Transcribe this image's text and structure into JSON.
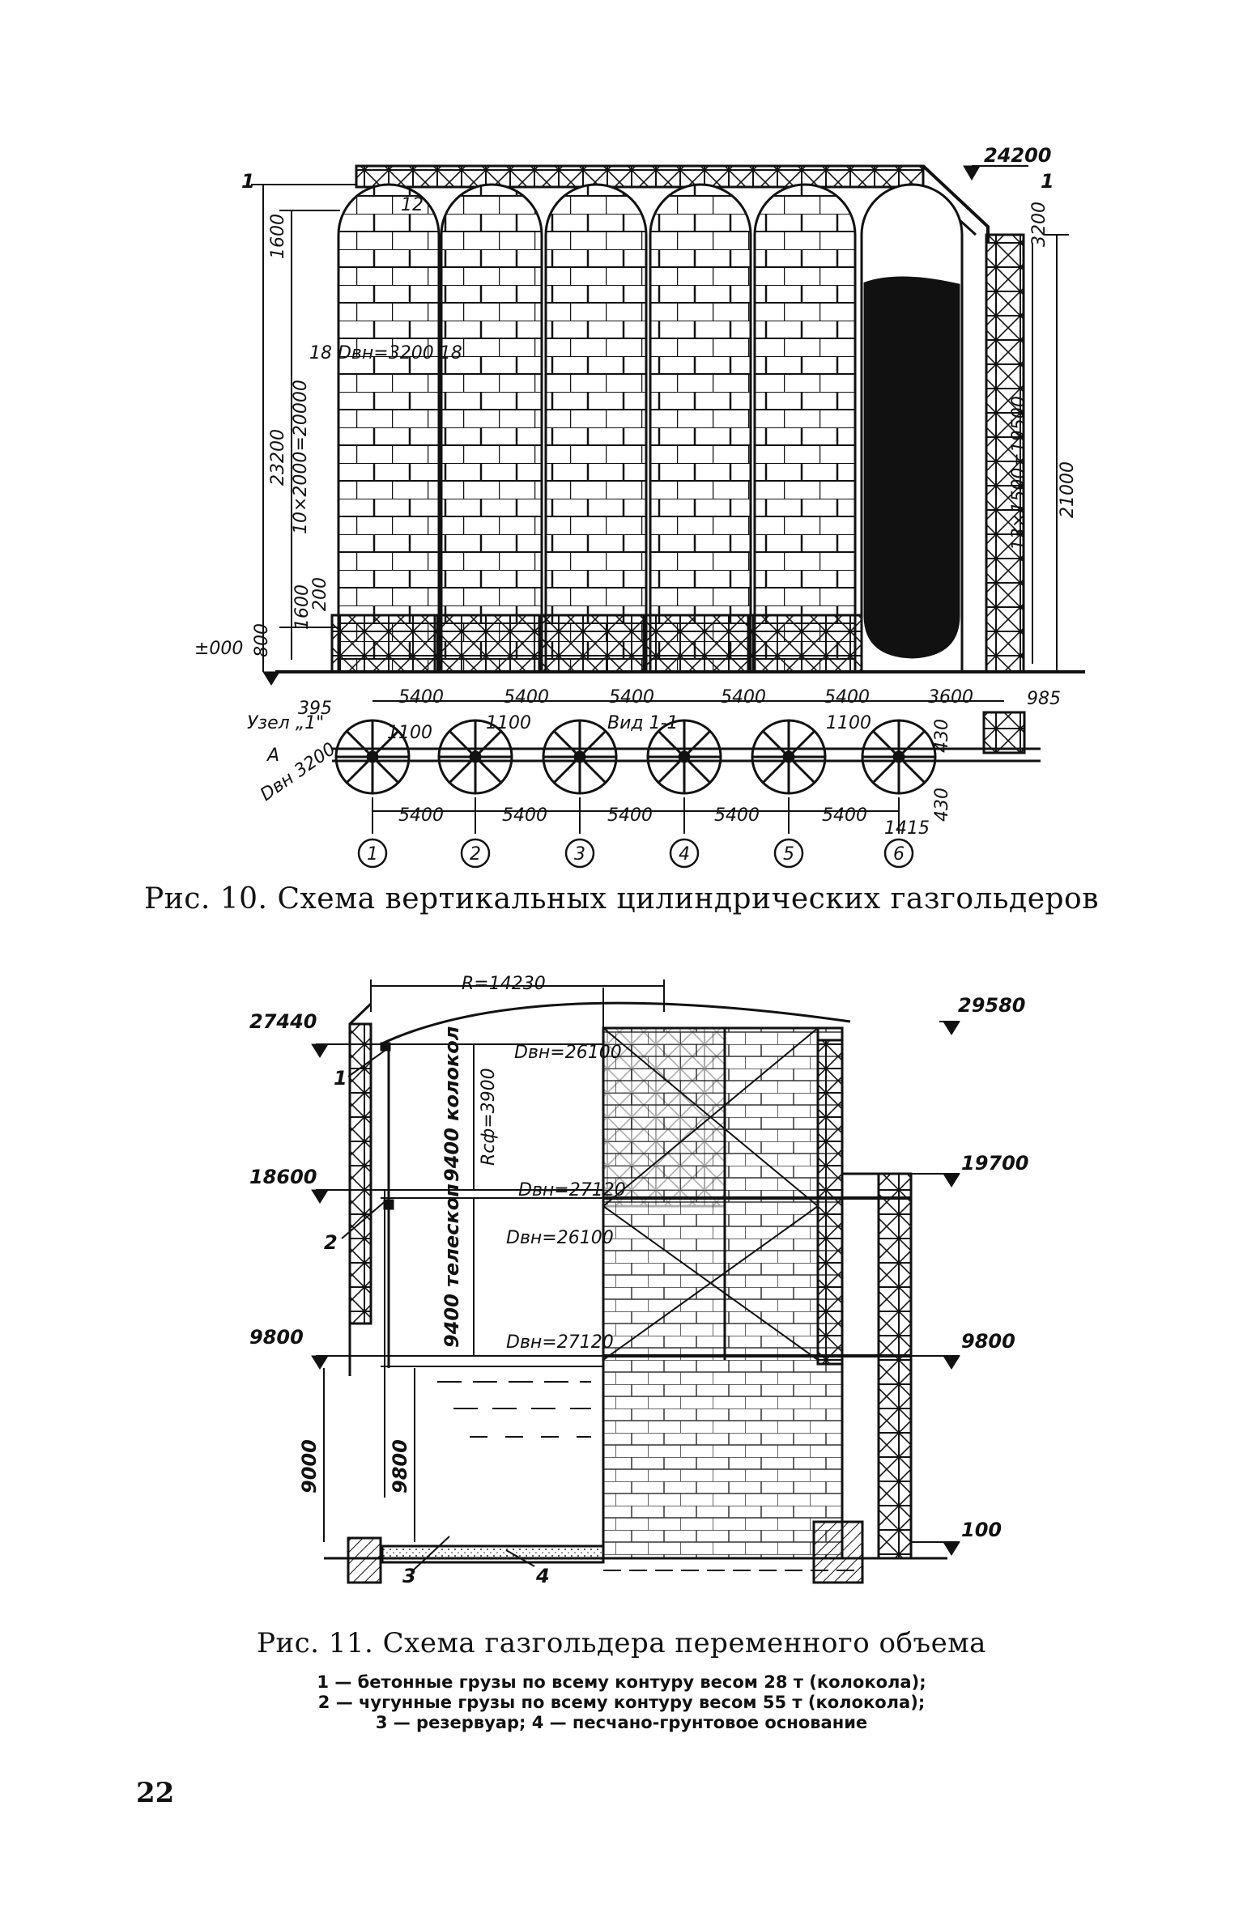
{
  "figure10": {
    "caption": "Рис. 10. Схема вертикальных цилиндрических газгольдеров",
    "top_level": "24200",
    "section_mark": "1",
    "zero_level": "±000",
    "dims_left": [
      "1600",
      "23200",
      "10×2000=20000",
      "1600",
      "800",
      "200"
    ],
    "dims_right": [
      "3200",
      "21000",
      "13×1500=19500"
    ],
    "tank_dim": "18 Dвн=3200 18",
    "wall_thickness": "12",
    "spacing_top": [
      "5400",
      "5400",
      "5400",
      "5400",
      "5400",
      "3600"
    ],
    "spacing_bottom": [
      "5400",
      "5400",
      "5400",
      "5400",
      "5400"
    ],
    "view_label": "Вид 1-1",
    "node_label": "Узел „1\"",
    "small_dims": [
      "395",
      "1100",
      "1100",
      "1100",
      "985",
      "430",
      "430",
      "1415"
    ],
    "plan_label_a": "A",
    "plan_diameter": "Dвн 3200",
    "axis_numbers": [
      "1",
      "2",
      "3",
      "4",
      "5",
      "6"
    ]
  },
  "figure11": {
    "caption": "Рис. 11. Схема газгольдера переменного объема",
    "radius": "R=14230",
    "levels_left": [
      "27440",
      "18600",
      "9800"
    ],
    "levels_right": [
      "29580",
      "19700",
      "9800",
      "100"
    ],
    "diameters": [
      "Dвн=26100",
      "Dвн=27120",
      "Dвн=26100",
      "Dвн=27120"
    ],
    "bell_label": "9400 колокол",
    "bell_radius": "Rсф=3900",
    "telescope_label": "9400 телескоп",
    "depth_dims": [
      "9000",
      "9800"
    ],
    "callouts": [
      "1",
      "2",
      "3",
      "4"
    ]
  },
  "legend": [
    "1 — бетонные грузы по всему контуру весом 28 т (колокола);",
    "2 — чугунные грузы по всему контуру весом 55 т (колокола);",
    "3 — резервуар; 4 — песчано-грунтовое основание"
  ],
  "page_number": "22"
}
